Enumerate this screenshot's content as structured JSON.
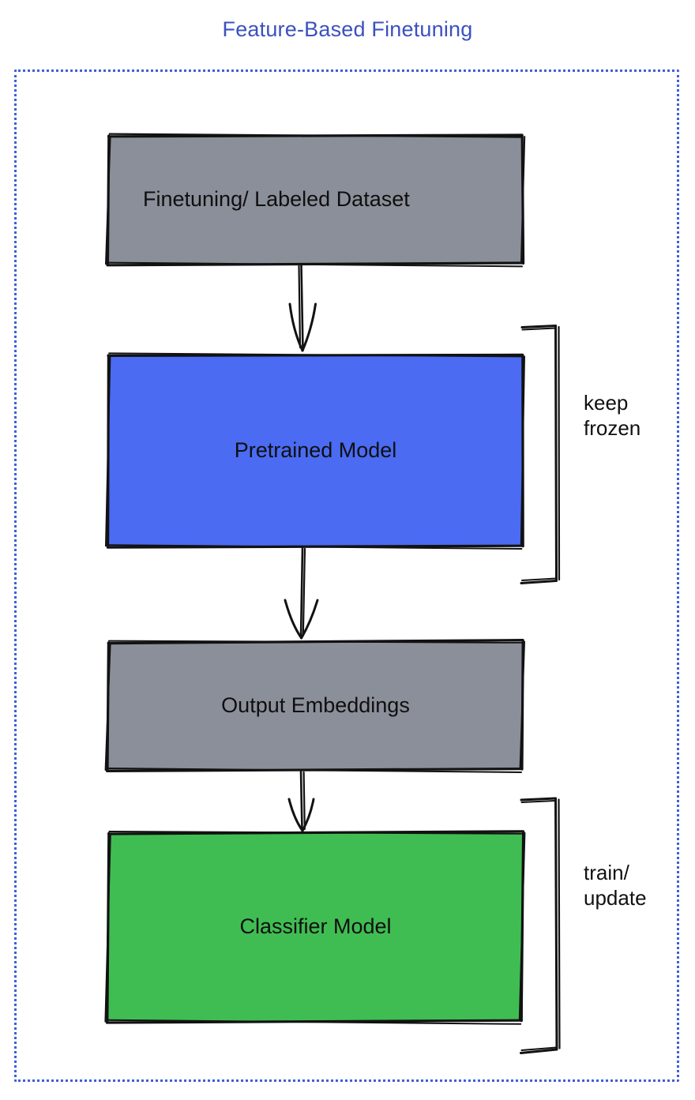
{
  "diagram": {
    "title": "Feature-Based Finetuning",
    "title_color": "#3b51c0",
    "frame": {
      "style": "dotted",
      "color": "#3f5fd4"
    },
    "nodes": [
      {
        "id": "dataset",
        "label": "Finetuning/ Labeled Dataset",
        "fill_color": "#8b8f99",
        "stroke_color": "#121212"
      },
      {
        "id": "pretrained",
        "label": "Pretrained Model",
        "fill_color": "#4a6bf2",
        "stroke_color": "#121212"
      },
      {
        "id": "embeddings",
        "label": "Output Embeddings",
        "fill_color": "#8b8f99",
        "stroke_color": "#121212"
      },
      {
        "id": "classifier",
        "label": "Classifier Model",
        "fill_color": "#40bd52",
        "stroke_color": "#121212"
      }
    ],
    "edges": [
      {
        "from": "dataset",
        "to": "pretrained",
        "style": "arrow-down"
      },
      {
        "from": "pretrained",
        "to": "embeddings",
        "style": "arrow-down"
      },
      {
        "from": "embeddings",
        "to": "classifier",
        "style": "arrow-down"
      }
    ],
    "annotations": [
      {
        "id": "keep-frozen",
        "text": "keep\nfrozen",
        "targets": "pretrained"
      },
      {
        "id": "train-update",
        "text": "train/\nupdate",
        "targets": "classifier"
      }
    ]
  }
}
